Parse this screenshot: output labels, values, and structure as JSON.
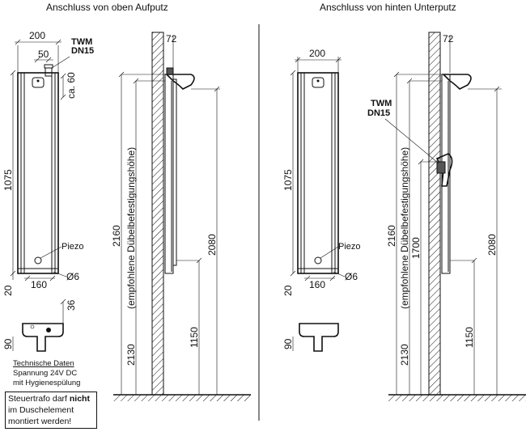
{
  "left": {
    "title": "Anschluss von oben Aufputz",
    "twm": "TWM",
    "dn": "DN15",
    "dims": {
      "width_top": "200",
      "width_inner": "50",
      "ca": "ca. 60",
      "height_panel": "1075",
      "base_offset": "20",
      "bottom_width": "160",
      "hole": "Ø6",
      "depth_top": "72",
      "total_height": "2160",
      "recommended": "(empfohlene Dübelbefestigungshöhe)",
      "mount_height": "2130",
      "outlet_height": "1150",
      "top_height": "2080",
      "section_36": "36",
      "section_90": "90"
    },
    "piezo": "Piezo",
    "tech": {
      "heading": "Technische Daten",
      "line1": "Spannung 24V DC",
      "line2": "mit Hygienespülung"
    },
    "warning": {
      "part1": "Steuertrafo darf ",
      "bold": "nicht",
      "part2": "im Duschelement",
      "part3": "montiert werden!"
    }
  },
  "right": {
    "title": "Anschluss von hinten Unterputz",
    "twm": "TWM",
    "dn": "DN15",
    "dims": {
      "width_top": "200",
      "height_panel": "1075",
      "base_offset": "20",
      "bottom_width": "160",
      "hole": "Ø6",
      "depth_top": "72",
      "total_height": "2160",
      "recommended": "(empfohlene Dübelbefestigungshöhe)",
      "mount_height": "2130",
      "inlet_height": "1700",
      "outlet_height": "1150",
      "top_height": "2080",
      "section_90": "90"
    },
    "piezo": "Piezo"
  }
}
